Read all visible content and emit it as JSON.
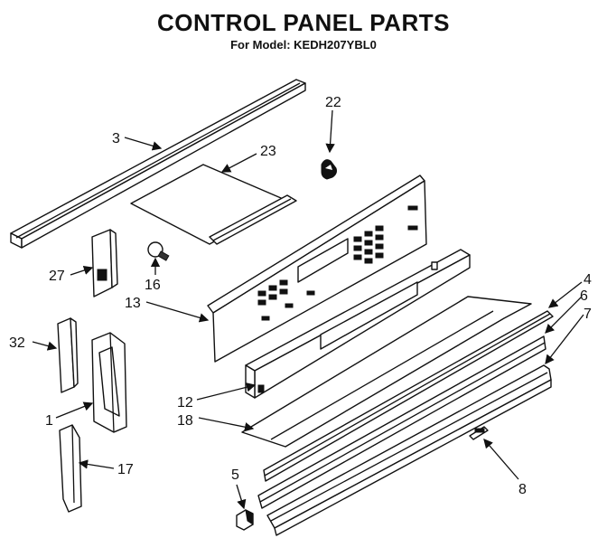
{
  "header": {
    "title": "CONTROL PANEL PARTS",
    "model_line": "For Model: KEDH207YBL0"
  },
  "callouts": {
    "c3": "3",
    "c22": "22",
    "c23": "23",
    "c27": "27",
    "c16": "16",
    "c13": "13",
    "c32": "32",
    "c1": "1",
    "c17": "17",
    "c12": "12",
    "c18": "18",
    "c4": "4",
    "c6": "6",
    "c7": "7",
    "c8": "8",
    "c5": "5"
  }
}
